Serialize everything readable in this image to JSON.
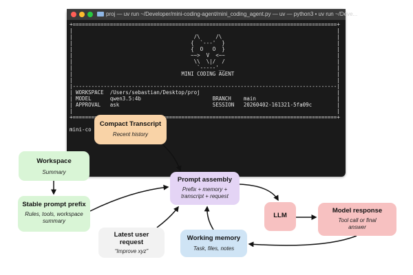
{
  "terminal": {
    "title": "proj — uv run ~/Developer/mini-coding-agent/mini_coding_agent.py — uv — python3 • uv run ~/Deve...",
    "screen_lines": [
      "+=====================================================================================+",
      "|                                                                                     |",
      "|                                       /\\     /\\                                     |",
      "|                                      {  `---'  }                                    |",
      "|                                      {  O   O  }                                    |",
      "|                                      ~~>  V  <~~                                    |",
      "|                                       \\\\  \\|/  /                                    |",
      "|                                        `-----'__                                    |",
      "|                                   MINI CODING AGENT                                 |",
      "|                                                                                     |",
      "|-------------------------------------------------------------------------------------|",
      "| WORKSPACE  /Users/sebastian/Desktop/proj                                            |",
      "| MODEL      qwen3.5:4b                       BRANCH    main                          |",
      "| APPROVAL   ask                              SESSION   20260402-161321-5fa09c        |",
      "|                                                                                     |",
      "+=====================================================================================+",
      "",
      "mini-co"
    ]
  },
  "boxes": {
    "compact": {
      "title": "Compact Transcript",
      "sub": "Recent history"
    },
    "workspace": {
      "title": "Workspace",
      "sub": "Summary"
    },
    "prefix": {
      "title": "Stable prompt prefix",
      "sub1": "Rules, tools, workspace",
      "sub2": "summary"
    },
    "assembly": {
      "title": "Prompt assembly",
      "sub1": "Prefix + memory +",
      "sub2": "transcript + request"
    },
    "llm": {
      "title": "LLM"
    },
    "response": {
      "title": "Model response",
      "sub1": "Tool call or final",
      "sub2": "answer"
    },
    "request": {
      "title1": "Latest user",
      "title2": "request",
      "sub": "“Improve xyz”"
    },
    "memory": {
      "title": "Working memory",
      "sub": "Task, files, notes"
    }
  }
}
